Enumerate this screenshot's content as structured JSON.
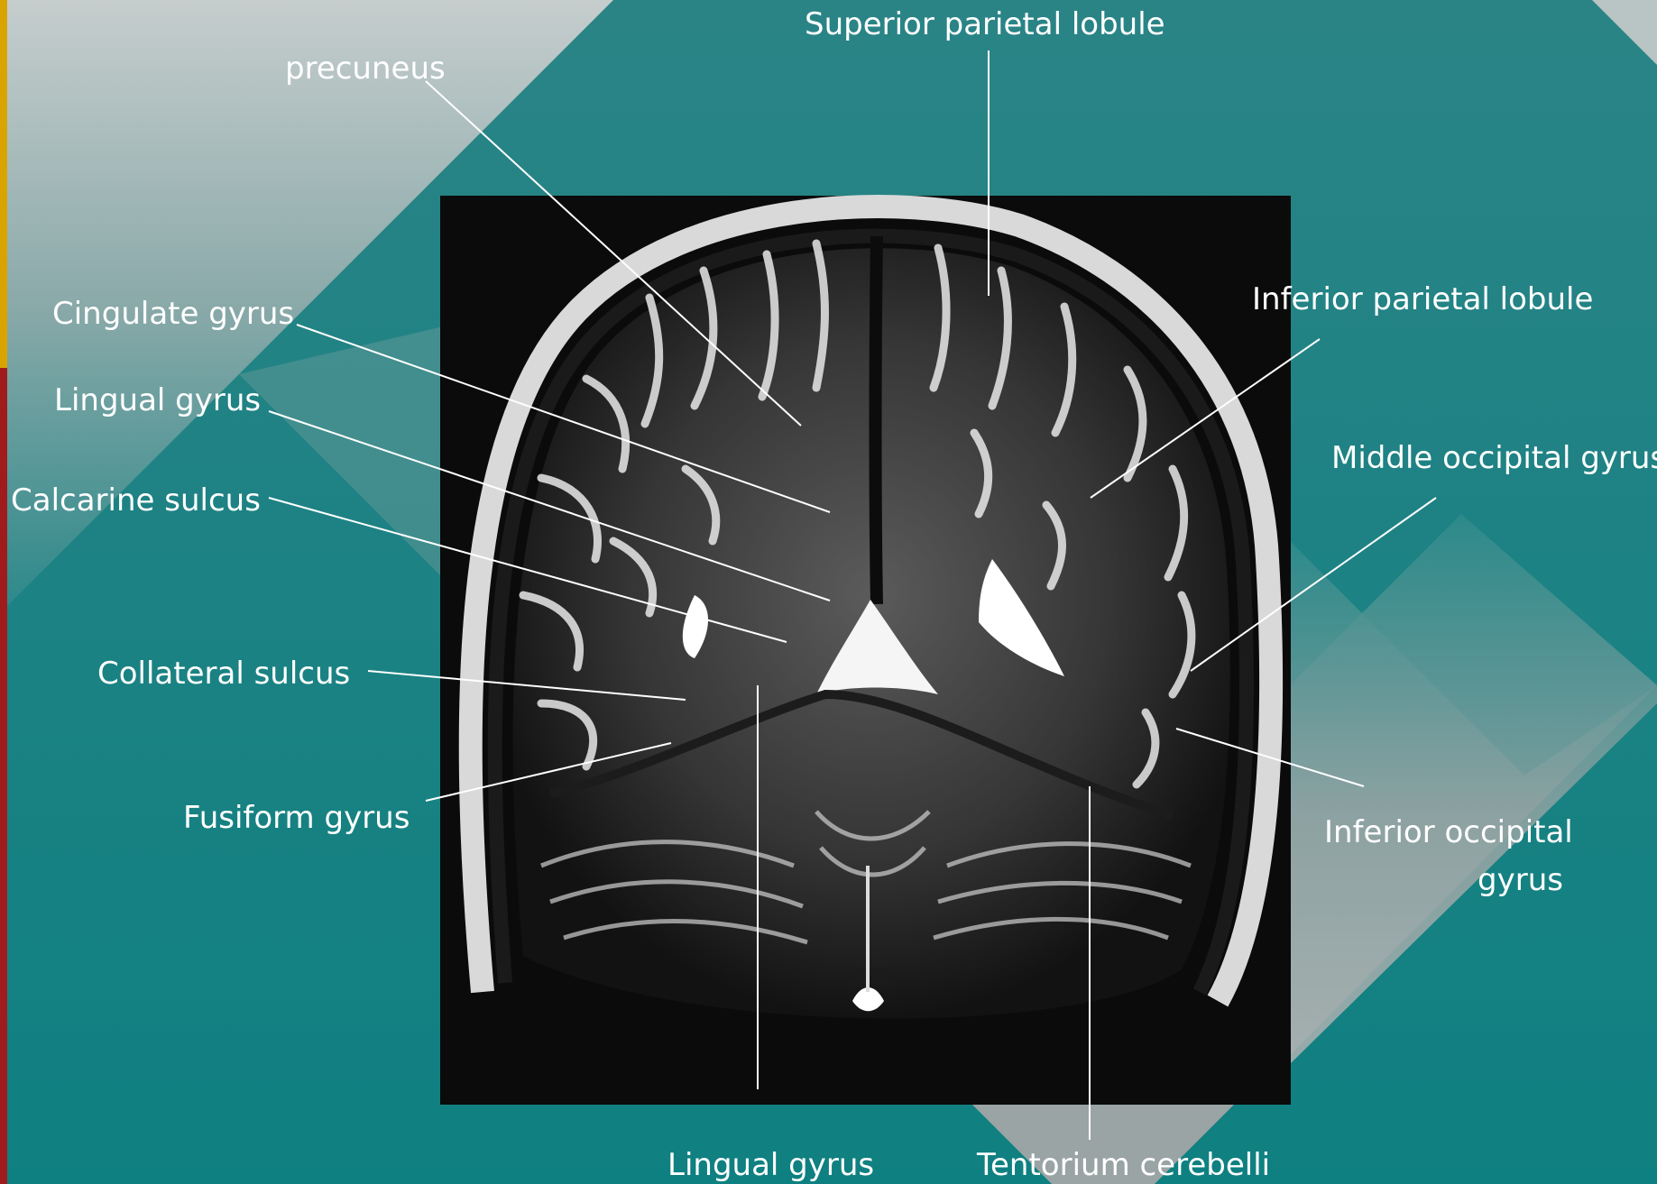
{
  "labels": {
    "precuneus": "precuneus",
    "superior_parietal_lobule": "Superior parietal  lobule",
    "inferior_parietal_lobule": "Inferior parietal  lobule",
    "cingulate_gyrus": "Cingulate gyrus",
    "lingual_gyrus_left": "Lingual gyrus",
    "calcarine_sulcus": "Calcarine sulcus",
    "middle_occipital_gyrus": "Middle occipital gyrus",
    "collateral_sulcus": "Collateral sulcus",
    "fusiform_gyrus": "Fusiform gyrus",
    "inferior_occipital_gyrus_line1": "Inferior occipital",
    "inferior_occipital_gyrus_line2": "gyrus",
    "lingual_gyrus_bottom": "Lingual gyrus",
    "tentorium_cerebelli": "Tentorium cerebelli"
  },
  "colors": {
    "teal": "#1a7f82",
    "gray_panel": "#b9c4c4",
    "accent_yellow": "#d9a400",
    "accent_red": "#a01c1c",
    "leader_line": "#ffffff"
  }
}
